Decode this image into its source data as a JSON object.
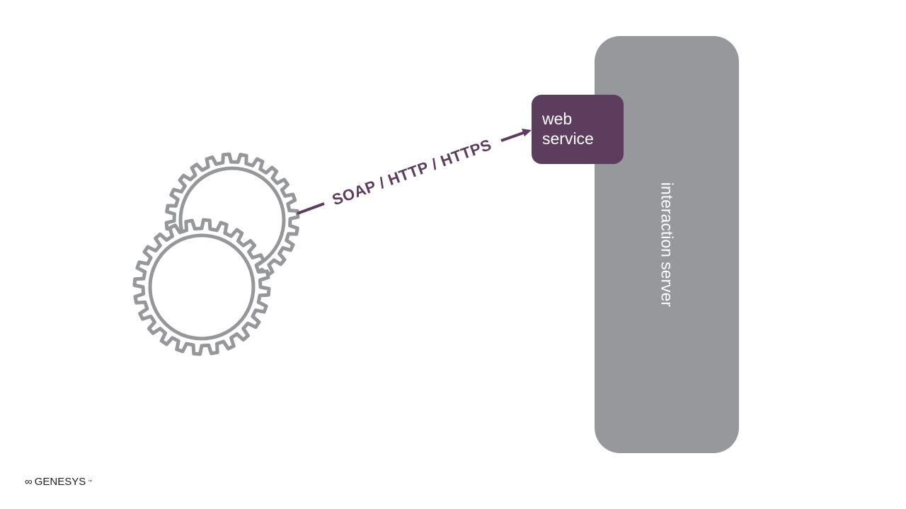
{
  "server": {
    "label": "interaction server"
  },
  "web_service": {
    "line1": "web",
    "line2": "service"
  },
  "connection": {
    "label": "SOAP / HTTP / HTTPS"
  },
  "logo": {
    "text": "GENESYS"
  },
  "colors": {
    "server": "#97989c",
    "accent": "#5c3d5e",
    "gear": "#96979b"
  }
}
